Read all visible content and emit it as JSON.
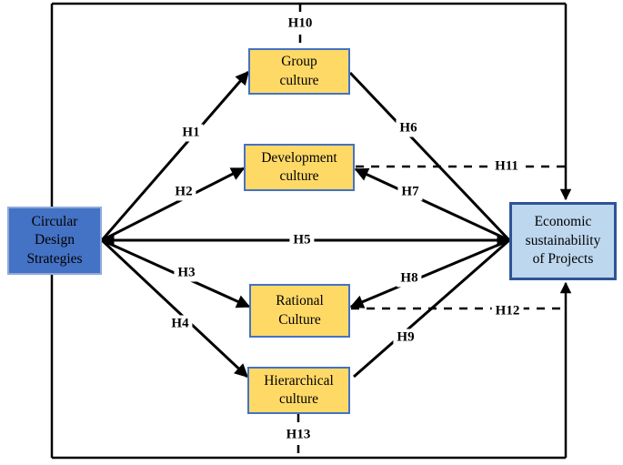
{
  "diagram": {
    "nodes": {
      "circular": "Circular\nDesign\nStrategies",
      "group": "Group\nculture",
      "development": "Development\nculture",
      "rational": "Rational\nCulture",
      "hierarchical": "Hierarchical\nculture",
      "economic": "Economic\nsustainability\nof Projects"
    },
    "hypotheses": {
      "h1": "H1",
      "h2": "H2",
      "h3": "H3",
      "h4": "H4",
      "h5": "H5",
      "h6": "H6",
      "h7": "H7",
      "h8": "H8",
      "h9": "H9",
      "h10": "H10",
      "h11": "H11",
      "h12": "H12",
      "h13": "H13"
    },
    "colors": {
      "predictor_fill": "#4472C4",
      "predictor_border": "#8FAADC",
      "mediator_fill": "#FFD966",
      "mediator_border": "#4472C4",
      "outcome_fill": "#BDD7EE",
      "outcome_border": "#2E5496",
      "line": "#000000"
    }
  }
}
